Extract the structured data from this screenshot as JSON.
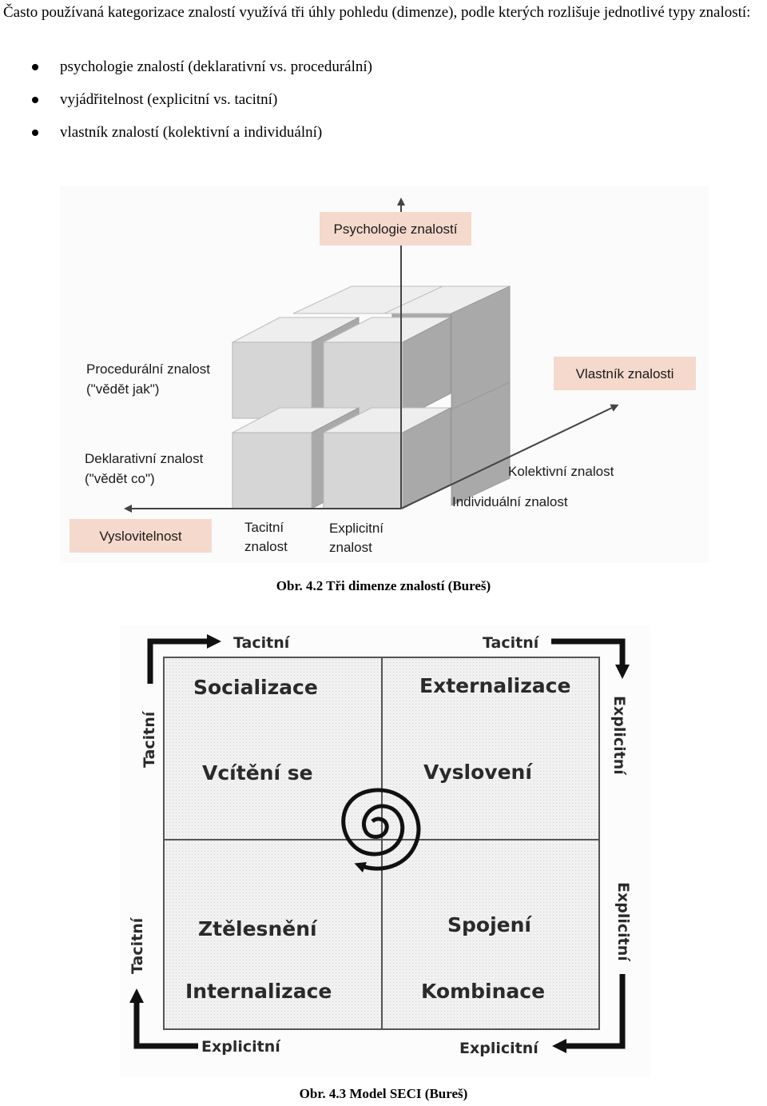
{
  "intro": "Často používaná kategorizace znalostí využívá tři úhly pohledu (dimenze), podle kterých rozlišuje jednotlivé typy znalostí:",
  "bullets": [
    "psychologie znalostí (deklarativní vs. procedurální)",
    "vyjádřitelnost (explicitní vs. tacitní)",
    "vlastník znalostí (kolektivní a individuální)"
  ],
  "figure1": {
    "psychologie": "Psychologie znalostí",
    "procedural_1": "Procedurální znalost",
    "procedural_2": "(\"vědět jak\")",
    "vlastnik": "Vlastník znalosti",
    "deklarativni_1": "Deklarativní znalost",
    "deklarativni_2": "(\"vědět co\")",
    "kolektivni": "Kolektivní znalost",
    "individualni": "Individuální znalost",
    "vyslovitelnost": "Vyslovitelnost",
    "tacitni_1": "Tacitní",
    "tacitni_2": "znalost",
    "explicitni_1": "Explicitní",
    "explicitni_2": "znalost",
    "caption": "Obr.  4.2 Tři dimenze znalostí (Bureš)"
  },
  "figure2": {
    "top_left": "Tacitní",
    "top_right": "Tacitní",
    "left_upper": "Tacitní",
    "left_lower": "Tacitní",
    "right_upper": "Explicitní",
    "right_lower": "Explicitní",
    "bottom_left": "Explicitní",
    "bottom_right": "Explicitní",
    "q1_title": "Socializace",
    "q1_sub": "Vcítění se",
    "q2_title": "Externalizace",
    "q2_sub": "Vyslovení",
    "q3_sub": "Ztělesnění",
    "q3_title": "Internalizace",
    "q4_sub": "Spojení",
    "q4_title": "Kombinace",
    "caption": "Obr.   4.3 Model SECI  (Bureš)"
  }
}
